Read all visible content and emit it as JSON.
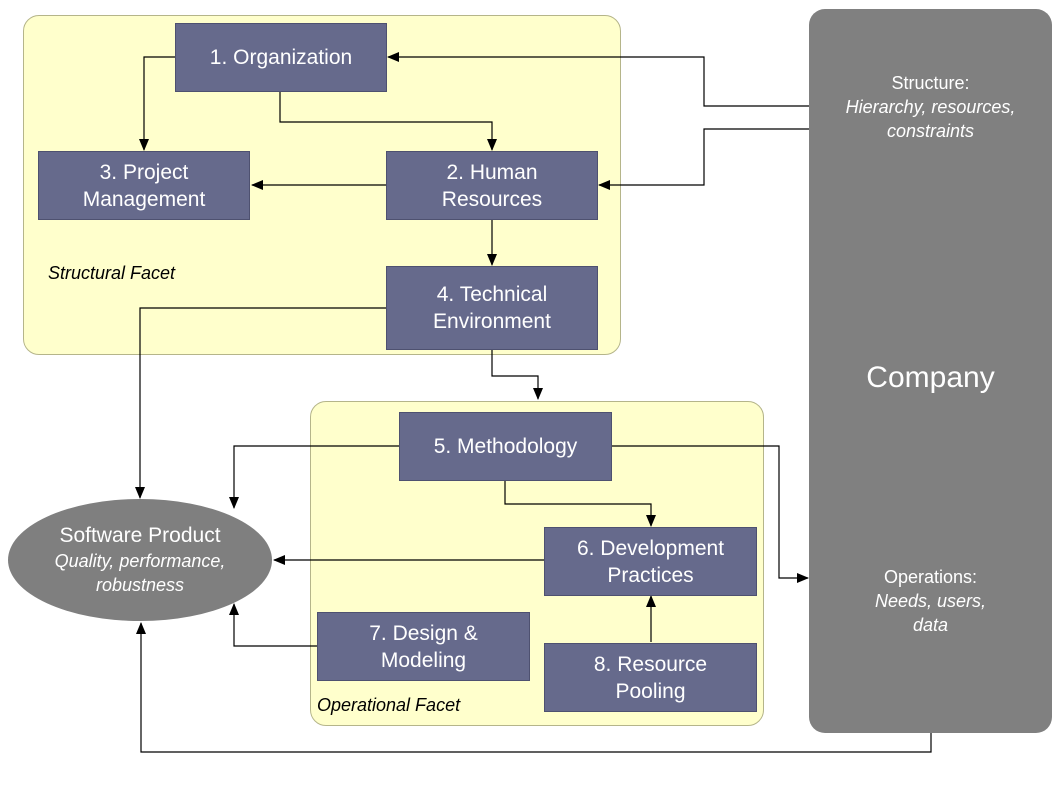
{
  "facets": {
    "structural": "Structural Facet",
    "operational": "Operational Facet"
  },
  "boxes": {
    "organization": "1. Organization",
    "human_resources": "2. Human\nResources",
    "project_management": "3. Project\nManagement",
    "technical_environment": "4. Technical\nEnvironment",
    "methodology": "5. Methodology",
    "development_practices": "6. Development\nPractices",
    "design_modeling": "7. Design &\nModeling",
    "resource_pooling": "8. Resource\nPooling"
  },
  "company": {
    "title": "Company",
    "structure_label": "Structure:",
    "structure_detail": "Hierarchy, resources,\nconstraints",
    "operations_label": "Operations:",
    "operations_detail": "Needs, users,\ndata"
  },
  "product": {
    "name": "Software Product",
    "detail": "Quality, performance,\nrobustness"
  },
  "colors": {
    "facet_fill": "#ffffcc",
    "box_fill": "#666a8c",
    "company_fill": "#808080"
  }
}
